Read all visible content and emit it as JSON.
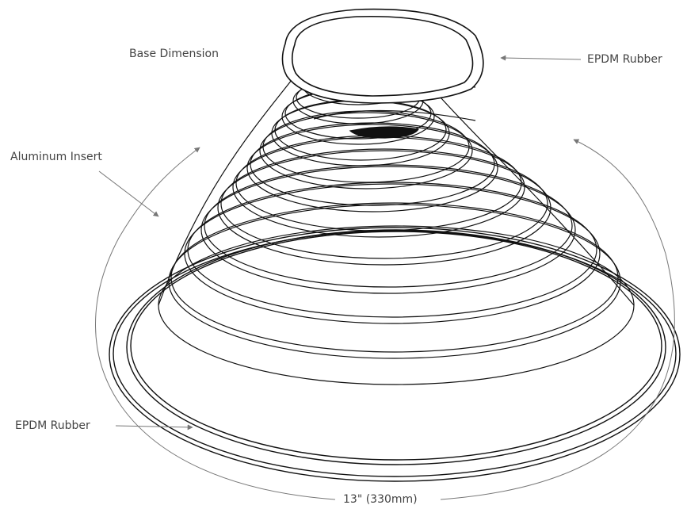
{
  "labels": {
    "base_dimension": "Base Dimension",
    "epdm_top": "EPDM Rubber",
    "aluminum_insert": "Aluminum Insert",
    "epdm_bottom": "EPDM Rubber",
    "size": "13\" (330mm)"
  },
  "colors": {
    "outline": "#111111",
    "leader": "#777777",
    "text": "#444444",
    "pipe_opening": "#111111"
  }
}
